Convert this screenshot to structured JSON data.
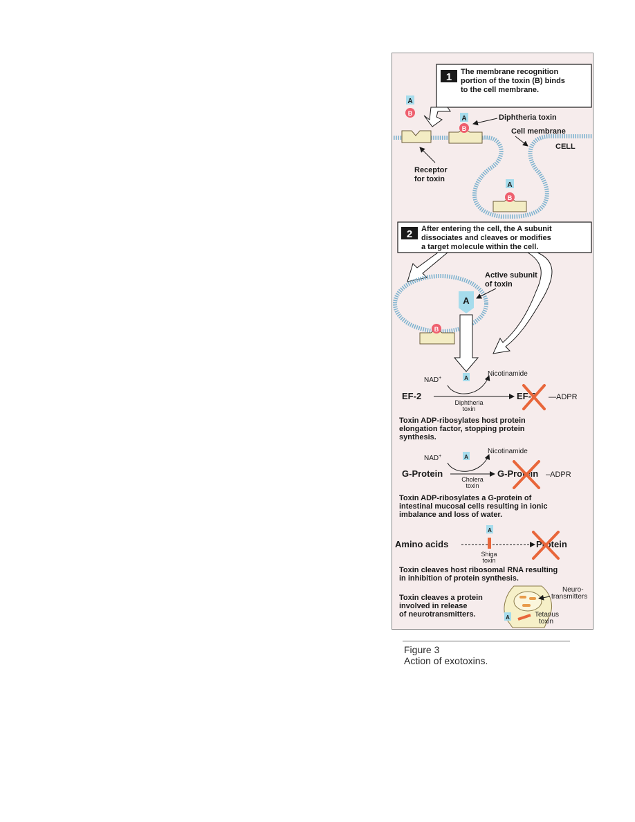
{
  "colors": {
    "panel_background": "#f6ecec",
    "membrane": "#7fb3cf",
    "receptor_fill": "#f3ecc4",
    "receptor_stroke": "#6b5b3a",
    "subunit_a": "#a6dcec",
    "subunit_b": "#ee5f6e",
    "cross": "#e8663a",
    "tetanus_fill": "#f6f0c8",
    "neurotransmitter": "#e89b4a",
    "text": "#1a1a1a"
  },
  "step1": {
    "number": "1",
    "lines": [
      "The membrane recognition",
      "portion of the toxin (B) binds",
      "to the cell membrane."
    ]
  },
  "step2": {
    "number": "2",
    "lines": [
      "After entering the cell, the A subunit",
      "dissociates and cleaves or modifies",
      "a target molecule within the cell."
    ]
  },
  "labels": {
    "subunit_a": "A",
    "subunit_b": "B",
    "diphtheria_toxin": "Diphtheria toxin",
    "cell_membrane": "Cell membrane",
    "cell": "CELL",
    "receptor_line1": "Receptor",
    "receptor_line2": "for toxin",
    "active_subunit_line1": "Active subunit",
    "active_subunit_line2": "of toxin"
  },
  "reactions": [
    {
      "cofactor": "NAD",
      "cofactor_sup": "+",
      "product": "Nicotinamide",
      "substrate": "EF-2",
      "target": "EF-2",
      "modifier": "—ADPR",
      "toxin_line1": "Diphtheria",
      "toxin_line2": "toxin",
      "description": [
        "Toxin ADP-ribosylates host protein",
        "elongation factor, stopping protein",
        "synthesis."
      ]
    },
    {
      "cofactor": "NAD",
      "cofactor_sup": "+",
      "product": "Nicotinamide",
      "substrate": "G-Protein",
      "target": "G-Protein",
      "modifier": "–ADPR",
      "toxin_line1": "Cholera",
      "toxin_line2": "toxin",
      "description": [
        "Toxin ADP-ribosylates a G-protein of",
        "intestinal mucosal cells resulting in ionic",
        "imbalance and loss of water."
      ]
    },
    {
      "substrate": "Amino acids",
      "target": "Protein",
      "toxin_line1": "Shiga",
      "toxin_line2": "toxin",
      "description": [
        "Toxin cleaves host ribosomal RNA resulting",
        "in inhibition of protein synthesis."
      ]
    },
    {
      "neuro_line1": "Neuro-",
      "neuro_line2": "transmitters",
      "toxin_line1": "Tetanus",
      "toxin_line2": "toxin",
      "description": [
        "Toxin cleaves a protein",
        "involved in release",
        "of neurotransmitters."
      ]
    }
  ],
  "caption": {
    "label": "Figure 3",
    "text": "Action of exotoxins."
  }
}
